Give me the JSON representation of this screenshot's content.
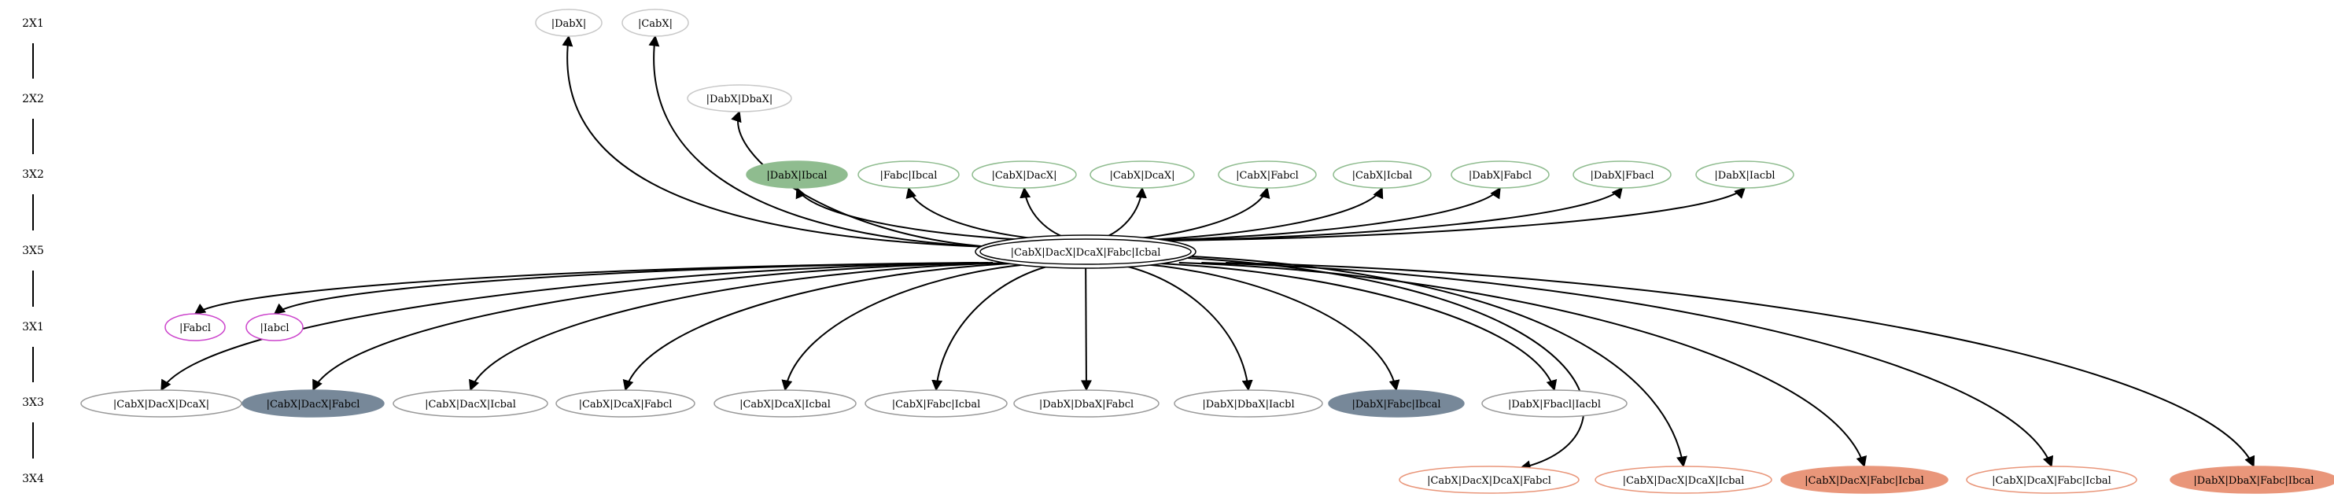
{
  "colors": {
    "green_fill": "#8fbc8f",
    "green_stroke": "#8fbc8f",
    "slate_fill": "#778899",
    "slate_stroke": "#778899",
    "salmon_fill": "#e9967a",
    "salmon_stroke": "#e9967a",
    "magenta_stroke": "#cc44cc",
    "plain_stroke": "#c8c8c8",
    "gray_stroke": "#999999",
    "edge": "#000000"
  },
  "ranks": [
    "2X1",
    "2X2",
    "3X2",
    "3X5",
    "3X1",
    "3X3",
    "3X4"
  ],
  "root": "|CabX|DacX|DcaX|Fabc|Icbal",
  "nodes": {
    "rank_2X1": [
      {
        "label": "|DabX|",
        "style": "plain"
      },
      {
        "label": "|CabX|",
        "style": "plain"
      }
    ],
    "rank_2X2": [
      {
        "label": "|DabX|DbaX|",
        "style": "plain"
      }
    ],
    "rank_3X2": [
      {
        "label": "|DabX|Ibcal",
        "style": "green-filled"
      },
      {
        "label": "|Fabc|Ibcal",
        "style": "green"
      },
      {
        "label": "|CabX|DacX|",
        "style": "green"
      },
      {
        "label": "|CabX|DcaX|",
        "style": "green"
      },
      {
        "label": "|CabX|Fabcl",
        "style": "green"
      },
      {
        "label": "|CabX|Icbal",
        "style": "green"
      },
      {
        "label": "|DabX|Fabcl",
        "style": "green"
      },
      {
        "label": "|DabX|Fbacl",
        "style": "green"
      },
      {
        "label": "|DabX|Iacbl",
        "style": "green"
      }
    ],
    "rank_3X1": [
      {
        "label": "|Fabcl",
        "style": "magenta"
      },
      {
        "label": "|Iabcl",
        "style": "magenta"
      }
    ],
    "rank_3X3": [
      {
        "label": "|CabX|DacX|DcaX|",
        "style": "gray"
      },
      {
        "label": "|CabX|DacX|Fabcl",
        "style": "slate-filled"
      },
      {
        "label": "|CabX|DacX|Icbal",
        "style": "gray"
      },
      {
        "label": "|CabX|DcaX|Fabcl",
        "style": "gray"
      },
      {
        "label": "|CabX|DcaX|Icbal",
        "style": "gray"
      },
      {
        "label": "|CabX|Fabc|Icbal",
        "style": "gray"
      },
      {
        "label": "|DabX|DbaX|Fabcl",
        "style": "gray"
      },
      {
        "label": "|DabX|DbaX|Iacbl",
        "style": "gray"
      },
      {
        "label": "|DabX|Fabc|Ibcal",
        "style": "slate-filled"
      },
      {
        "label": "|DabX|Fbacl|Iacbl",
        "style": "gray"
      }
    ],
    "rank_3X4": [
      {
        "label": "|CabX|DacX|DcaX|Fabcl",
        "style": "salmon"
      },
      {
        "label": "|CabX|DacX|DcaX|Icbal",
        "style": "salmon"
      },
      {
        "label": "|CabX|DacX|Fabc|Icbal",
        "style": "salmon-filled"
      },
      {
        "label": "|CabX|DcaX|Fabc|Icbal",
        "style": "salmon"
      },
      {
        "label": "|DabX|DbaX|Fabc|Ibcal",
        "style": "salmon-filled"
      }
    ]
  }
}
